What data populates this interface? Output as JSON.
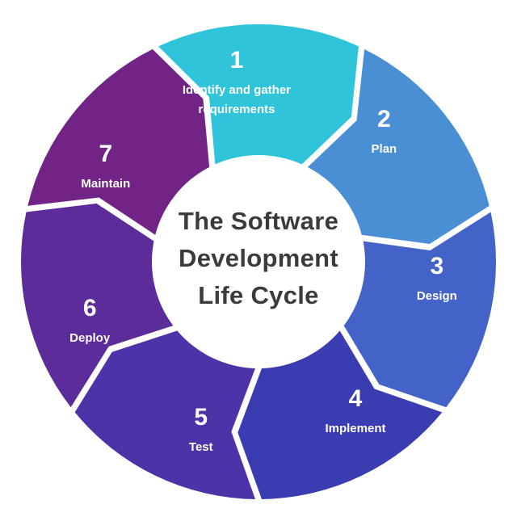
{
  "title": {
    "text": "The Software Development Life Cycle",
    "lines": [
      "The Software",
      "Development",
      "Life Cycle"
    ]
  },
  "chart_data": {
    "type": "cycle-diagram",
    "title": "The Software Development Life Cycle",
    "direction": "clockwise",
    "segment_count": 7,
    "segments": [
      {
        "number": "1",
        "label": "Identify and gather requirements",
        "color": "#30C4DA"
      },
      {
        "number": "2",
        "label": "Plan",
        "color": "#4A8FD3"
      },
      {
        "number": "3",
        "label": "Design",
        "color": "#4463C8"
      },
      {
        "number": "4",
        "label": "Implement",
        "color": "#3A3DB2"
      },
      {
        "number": "5",
        "label": "Test",
        "color": "#4D33A8"
      },
      {
        "number": "6",
        "label": "Deploy",
        "color": "#5D2C9B"
      },
      {
        "number": "7",
        "label": "Maintain",
        "color": "#712486"
      }
    ],
    "text_color": "#FFFFFF",
    "center_text_color": "#3B3B3B",
    "background_color": "#FFFFFF"
  }
}
